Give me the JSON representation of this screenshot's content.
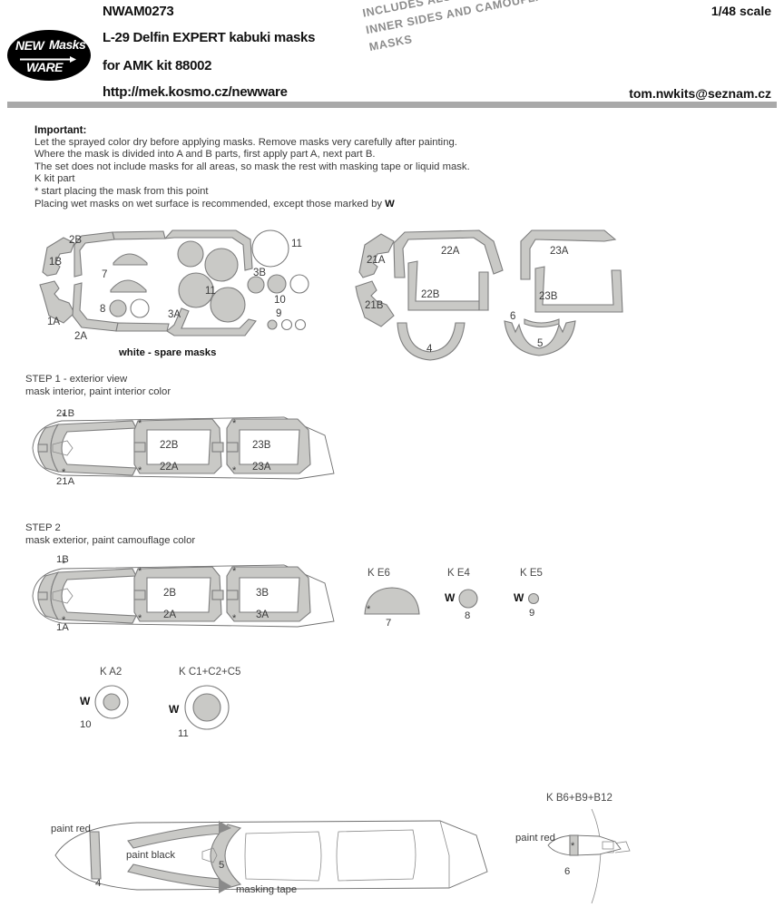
{
  "header": {
    "product_code": "NWAM0273",
    "title": "L-29 Delfin EXPERT  kabuki masks",
    "kit_line": "for AMK kit 88002",
    "url": "http://mek.kosmo.cz/newware",
    "scale": "1/48 scale",
    "email": "tom.nwkits@seznam.cz",
    "logo": {
      "new": "NEW",
      "masks": "Masks",
      "ware": "WARE"
    },
    "diagonal_note": [
      "INCLUDES ALSO WINDOWS",
      "INNER SIDES AND CAMOUFLAGE",
      "MASKS"
    ]
  },
  "important": {
    "heading": "Important:",
    "lines": [
      "Let the sprayed color dry before applying masks. Remove masks very carefully after painting.",
      "Where the mask is divided into A and B parts, first apply part A, next part B.",
      "The set does not include masks for all areas, so mask the rest with masking tape or liquid mask.",
      "K  kit part",
      "*  start placing the mask from this point"
    ],
    "wet_line_before": "Placing wet masks on wet surface is recommended, except those marked by ",
    "wet_mark": "W"
  },
  "sheet": {
    "caption": "white - spare masks",
    "left_labels": [
      "2B",
      "1B",
      "7",
      "11",
      "3B",
      "1A",
      "8",
      "2A",
      "3A",
      "10",
      "9",
      "11"
    ],
    "right_labels": [
      "21A",
      "21B",
      "22A",
      "22B",
      "23A",
      "23B",
      "6",
      "4",
      "5"
    ]
  },
  "step1": {
    "title": "STEP 1 - exterior view",
    "subtitle": "mask interior, paint interior color",
    "labels": {
      "top_left": "21B",
      "bottom_left": "21A",
      "mid_top": "22B",
      "mid_bottom": "22A",
      "rear_top": "23B",
      "rear_bottom": "23A"
    }
  },
  "step2": {
    "title": "STEP 2",
    "subtitle": "mask exterior, paint camouflage color",
    "labels": {
      "top_left": "1B",
      "bottom_left": "1A",
      "mid_top": "2B",
      "mid_bottom": "2A",
      "rear_top": "3B",
      "rear_bottom": "3A"
    }
  },
  "parts_row1": [
    {
      "kit": "K E6",
      "number": "7",
      "w": ""
    },
    {
      "kit": "K E4",
      "number": "8",
      "w": "W"
    },
    {
      "kit": "K E5",
      "number": "9",
      "w": "W"
    }
  ],
  "parts_row2": [
    {
      "kit": "K A2",
      "number": "10",
      "w": "W"
    },
    {
      "kit": "K C1+C2+C5",
      "number": "11",
      "w": "W"
    }
  ],
  "bottom_view": {
    "paint_red": "paint red",
    "paint_black": "paint black",
    "masking_tape": "masking tape",
    "num_nose": "4",
    "num_canopy": "5"
  },
  "tail_view": {
    "kit": "K B6+B9+B12",
    "paint_red": "paint red",
    "number": "6"
  },
  "colors": {
    "mask_fill": "#c9c9c6",
    "mask_stroke": "#7d7d7d",
    "header_bar": "#a9a9a9",
    "diagonal_note": "#8c8c8c",
    "text": "#3a3a3a"
  }
}
